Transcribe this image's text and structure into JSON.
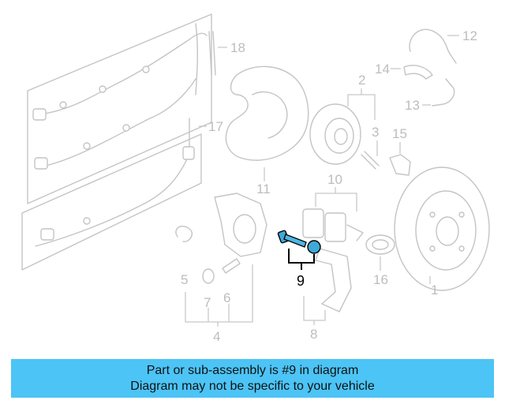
{
  "callouts": {
    "c1": "1",
    "c2": "2",
    "c3": "3",
    "c4": "4",
    "c5": "5",
    "c6": "6",
    "c7": "7",
    "c8": "8",
    "c9": "9",
    "c10": "10",
    "c11": "11",
    "c12": "12",
    "c13": "13",
    "c14": "14",
    "c15": "15",
    "c16": "16",
    "c17": "17",
    "c18": "18"
  },
  "highlighted_part": "9",
  "colors": {
    "banner": "#4cc4f6",
    "highlight": "#000000",
    "part_lines": "#c4c4c4",
    "bolt_blue": "#3fa9d8"
  },
  "banner": {
    "line1": "Part or sub-assembly is #9 in diagram",
    "line2": "Diagram may not be specific to your vehicle"
  }
}
